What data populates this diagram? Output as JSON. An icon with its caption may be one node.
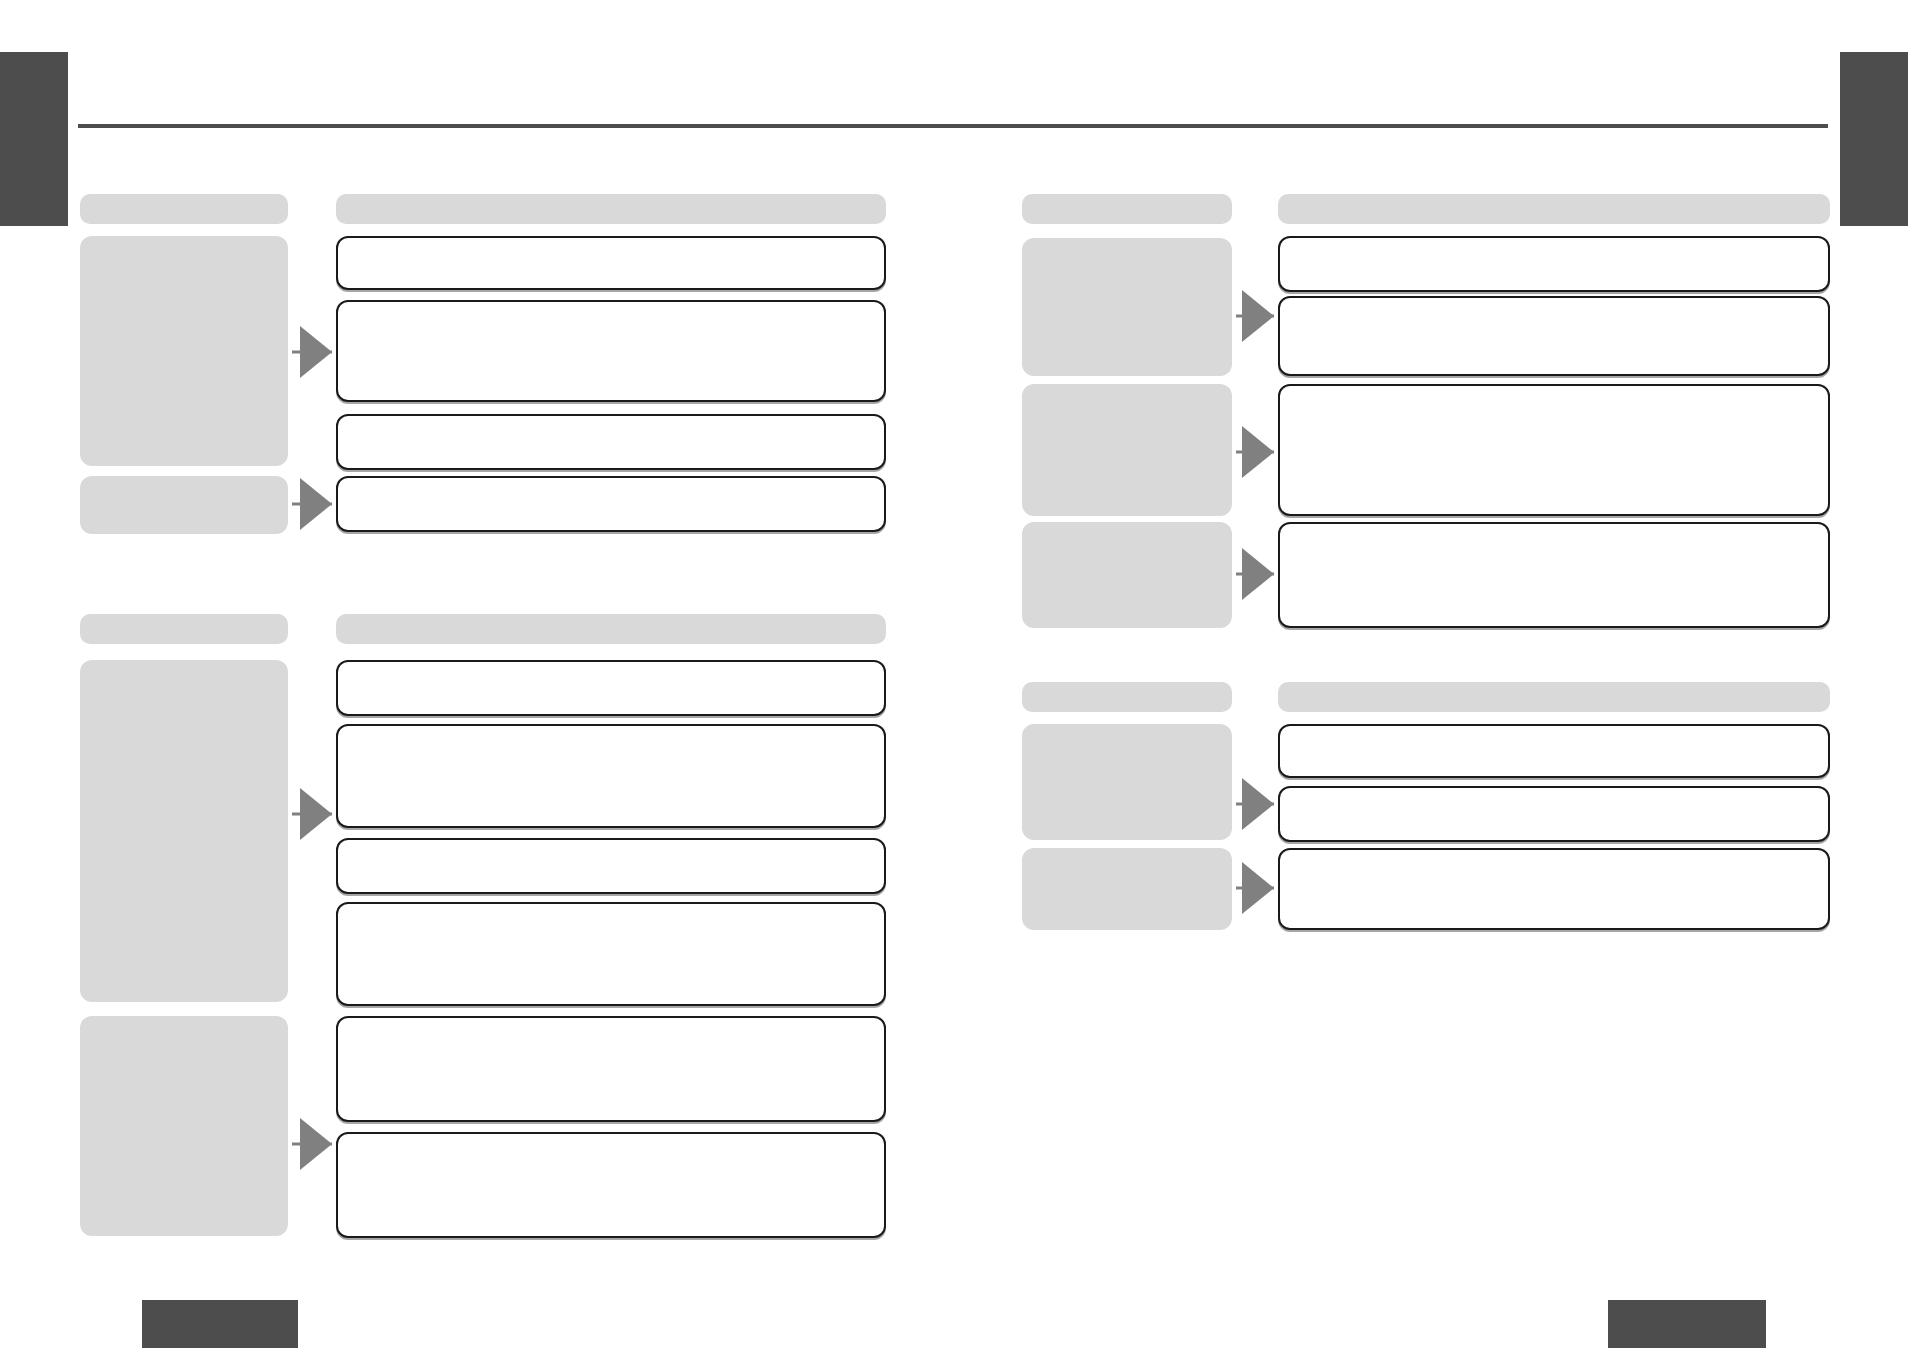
{
  "diagram": {
    "nodes": [
      {
        "text": [],
        "shape": "box"
      },
      {
        "text": [],
        "shape": "bar"
      },
      {
        "text": [],
        "shape": "bar"
      },
      {
        "text": [],
        "shape": "box"
      },
      {
        "text": [],
        "shape": "box"
      },
      {
        "text": [],
        "shape": "box"
      },
      {
        "text": [],
        "shape": "box"
      },
      {
        "text": [],
        "shape": "box"
      },
      {
        "text": [],
        "shape": "box"
      },
      {
        "text": [],
        "shape": "bar"
      },
      {
        "text": [],
        "shape": "bar"
      },
      {
        "text": [],
        "shape": "box"
      },
      {
        "text": [],
        "shape": "box"
      },
      {
        "text": [],
        "shape": "box"
      },
      {
        "text": [],
        "shape": "box"
      },
      {
        "text": [],
        "shape": "box"
      },
      {
        "text": [],
        "shape": "box"
      },
      {
        "text": [],
        "shape": "box"
      },
      {
        "text": [],
        "shape": "box"
      },
      {
        "text": [],
        "shape": "box"
      },
      {
        "text": [],
        "shape": "bar"
      },
      {
        "text": [],
        "shape": "bar"
      },
      {
        "text": [],
        "shape": "box"
      },
      {
        "text": [],
        "shape": "box"
      },
      {
        "text": [],
        "shape": "box"
      },
      {
        "text": [],
        "shape": "box"
      },
      {
        "text": [],
        "shape": "box"
      },
      {
        "text": [],
        "shape": "box"
      },
      {
        "text": [],
        "shape": "box"
      },
      {
        "text": [],
        "shape": "bar"
      },
      {
        "text": [],
        "shape": "bar"
      },
      {
        "text": [],
        "shape": "box"
      },
      {
        "text": [],
        "shape": "box"
      },
      {
        "text": [],
        "shape": "box"
      },
      {
        "text": [],
        "shape": "box"
      },
      {
        "text": [],
        "shape": "box"
      }
    ],
    "edges": [
      {
        "from": 3,
        "to": 5,
        "arrow": "to"
      },
      {
        "from": 7,
        "to": 8,
        "arrow": "to"
      },
      {
        "from": 11,
        "to": 13,
        "arrow": "to"
      },
      {
        "from": 16,
        "to": 18,
        "arrow": "to"
      },
      {
        "from": 22,
        "to": 24,
        "arrow": "to"
      },
      {
        "from": 25,
        "to": 26,
        "arrow": "to"
      },
      {
        "from": 27,
        "to": 28,
        "arrow": "to"
      },
      {
        "from": 31,
        "to": 33,
        "arrow": "to"
      },
      {
        "from": 34,
        "to": 35,
        "arrow": "to"
      }
    ]
  }
}
